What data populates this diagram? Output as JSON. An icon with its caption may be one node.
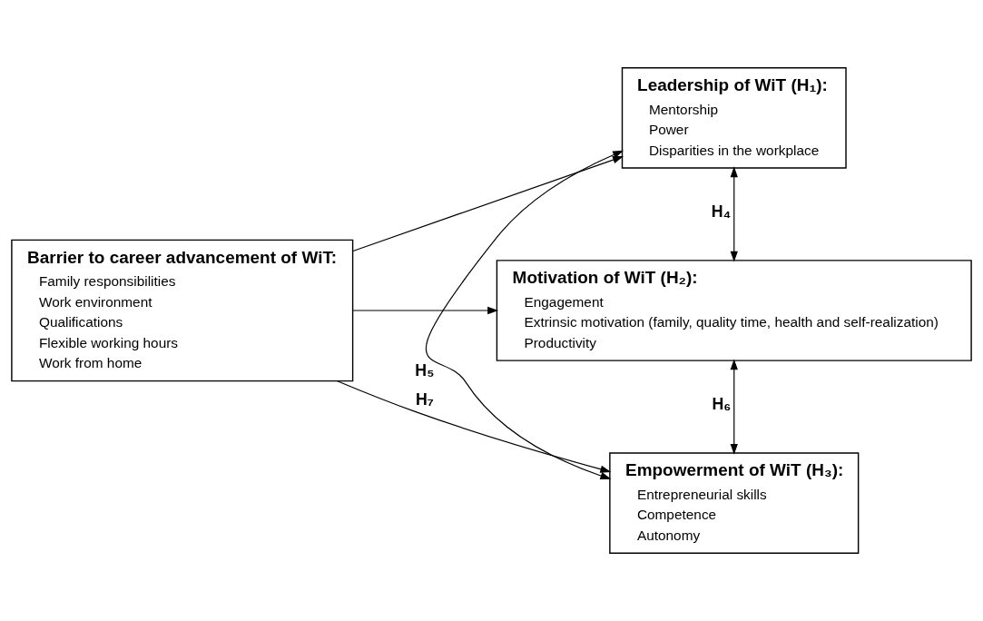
{
  "diagram": {
    "nodes": [
      {
        "text": [
          "Barrier to career advancement of WiT:",
          "Family responsibilities",
          "Work environment",
          "Qualifications",
          "Flexible working hours",
          "Work from home"
        ]
      },
      {
        "text": [
          "Leadership of WiT (H₁):",
          "Mentorship",
          "Power",
          "Disparities in the workplace"
        ]
      },
      {
        "text": [
          "Motivation of WiT (H₂):",
          "Engagement",
          "Extrinsic motivation (family, quality time, health and self-realization)",
          "Productivity"
        ]
      },
      {
        "text": [
          "Empowerment of WiT (H₃):",
          "Entrepreneurial skills",
          "Competence",
          "Autonomy"
        ]
      }
    ],
    "edges": [
      {
        "from": 0,
        "to": 1,
        "arrow": "to"
      },
      {
        "from": 0,
        "to": 2,
        "arrow": "to"
      },
      {
        "from": 0,
        "to": 3,
        "arrow": "to",
        "label": "H₇"
      },
      {
        "from": 1,
        "to": 2,
        "arrow": "both",
        "label": "H₄"
      },
      {
        "from": 2,
        "to": 3,
        "arrow": "both",
        "label": "H₆"
      },
      {
        "from": 1,
        "to": 3,
        "arrow": "both",
        "label": "H₅"
      }
    ]
  }
}
